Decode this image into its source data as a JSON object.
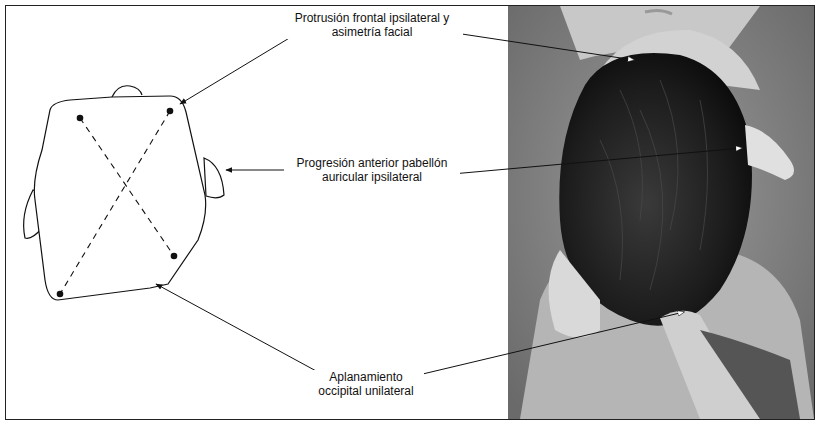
{
  "diagram": {
    "labels": [
      "Protrusión frontal ipsilateral y asimetría facial",
      "Progresión anterior pabellón auricular ipsilateral",
      "Aplanamiento occipital unilateral"
    ]
  }
}
